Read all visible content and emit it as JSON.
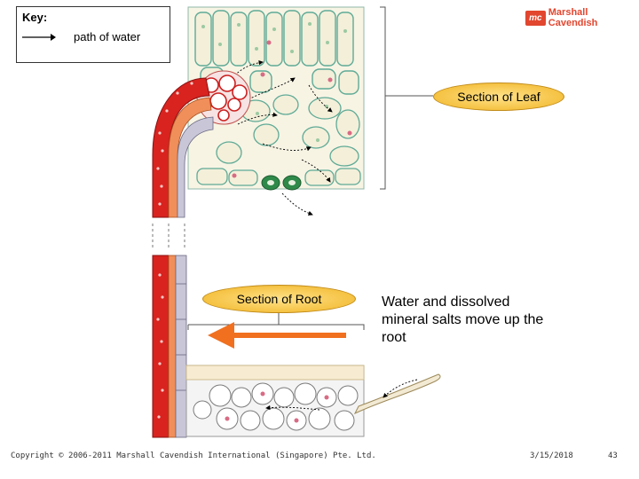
{
  "key": {
    "title": "Key:",
    "item_label": "path of water"
  },
  "brand": {
    "mark": "mc",
    "name": "Marshall Cavendish"
  },
  "labels": {
    "leaf": "Section of Leaf",
    "root": "Section of Root",
    "description_line1": "Water and dissolved",
    "description_line2": "mineral salts move up the",
    "description_line3": "root"
  },
  "footer": {
    "copyright": "Copyright © 2006-2011 Marshall Cavendish International (Singapore) Pte. Ltd.",
    "date": "3/15/2018",
    "page": "43"
  },
  "colors": {
    "xylem_red": "#d8231f",
    "phloem_gray": "#c9c6d8",
    "cell_fill": "#f3efd9",
    "cell_outline": "#5faa96",
    "arrow_orange": "#f07020",
    "label_gold": "#f5c242",
    "guard_cell": "#2f8a4a"
  },
  "icons": {
    "brand_logo": "marshall-cavendish-logo",
    "key_arrow": "arrow-right-icon"
  }
}
